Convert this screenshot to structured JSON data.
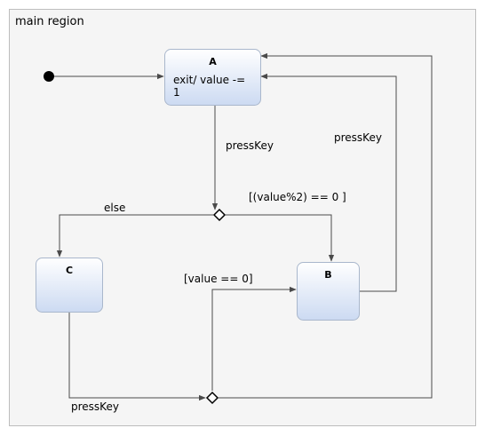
{
  "region": {
    "name": "main region"
  },
  "states": {
    "a": {
      "name": "A",
      "exit_line1": "exit/ value -=",
      "exit_line2": "1"
    },
    "b": {
      "name": "B"
    },
    "c": {
      "name": "C"
    }
  },
  "transitions": {
    "a_to_choice1": "pressKey",
    "choice1_to_b": "[(value%2) == 0 ]",
    "choice1_to_c": "else",
    "b_to_a": "pressKey",
    "c_to_choice2": "pressKey",
    "choice2_to_b": "[value == 0]"
  },
  "colors": {
    "region_border": "#bdbdbd",
    "region_fill": "#f5f5f5",
    "state_top": "#ffffff",
    "state_bottom": "#ccdaf2",
    "state_border": "#a9b7cc",
    "edge": "#4a4a4a"
  }
}
